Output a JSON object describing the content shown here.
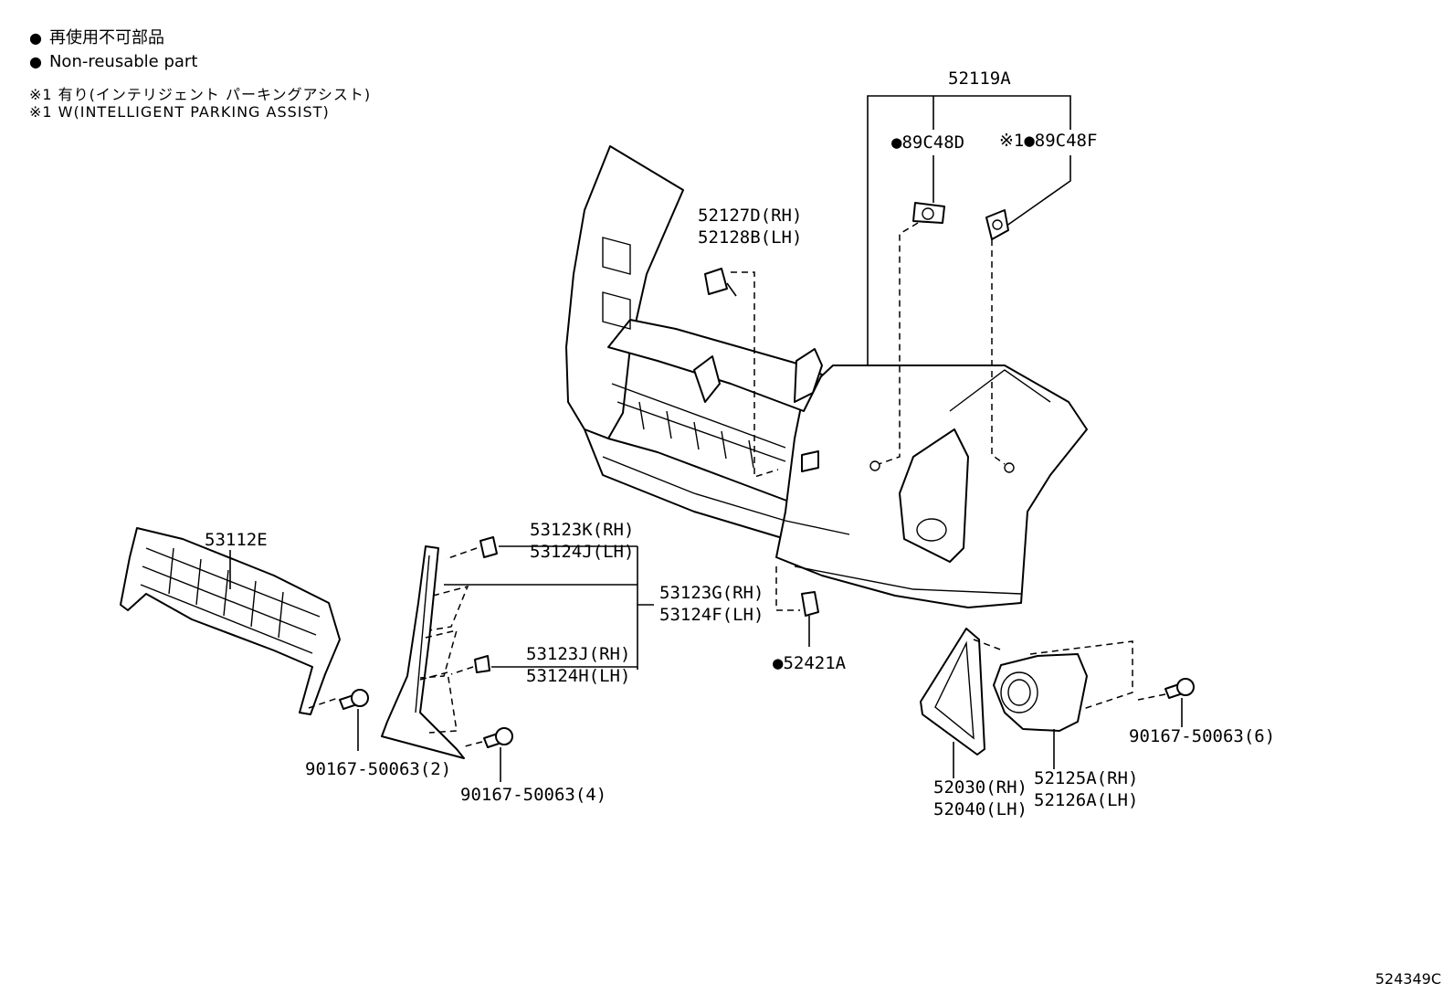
{
  "legend": {
    "jp": "再使用不可部品",
    "en": "Non-reusable part",
    "bullet": "●"
  },
  "notes": {
    "note_jp": "※1 有り(インテリジェント パーキングアシスト)",
    "note_en": "※1 W(INTELLIGENT PARKING ASSIST)"
  },
  "parts": {
    "p52119A": "52119A",
    "p89C48D": "●89C48D",
    "p89C48F": "※1●89C48F",
    "p52127D": "52127D(RH)",
    "p52128B": "52128B(LH)",
    "p53112E": "53112E",
    "p53123K": "53123K(RH)",
    "p53124J": "53124J(LH)",
    "p53123G": "53123G(RH)",
    "p53124F": "53124F(LH)",
    "p53123J": "53123J(RH)",
    "p53124H": "53124H(LH)",
    "p52421A": "●52421A",
    "p90167_2": "90167-50063(2)",
    "p90167_4": "90167-50063(4)",
    "p90167_6": "90167-50063(6)",
    "p52030": "52030(RH)",
    "p52040": "52040(LH)",
    "p52125A": "52125A(RH)",
    "p52126A": "52126A(LH)"
  },
  "drawing_code": "524349C"
}
